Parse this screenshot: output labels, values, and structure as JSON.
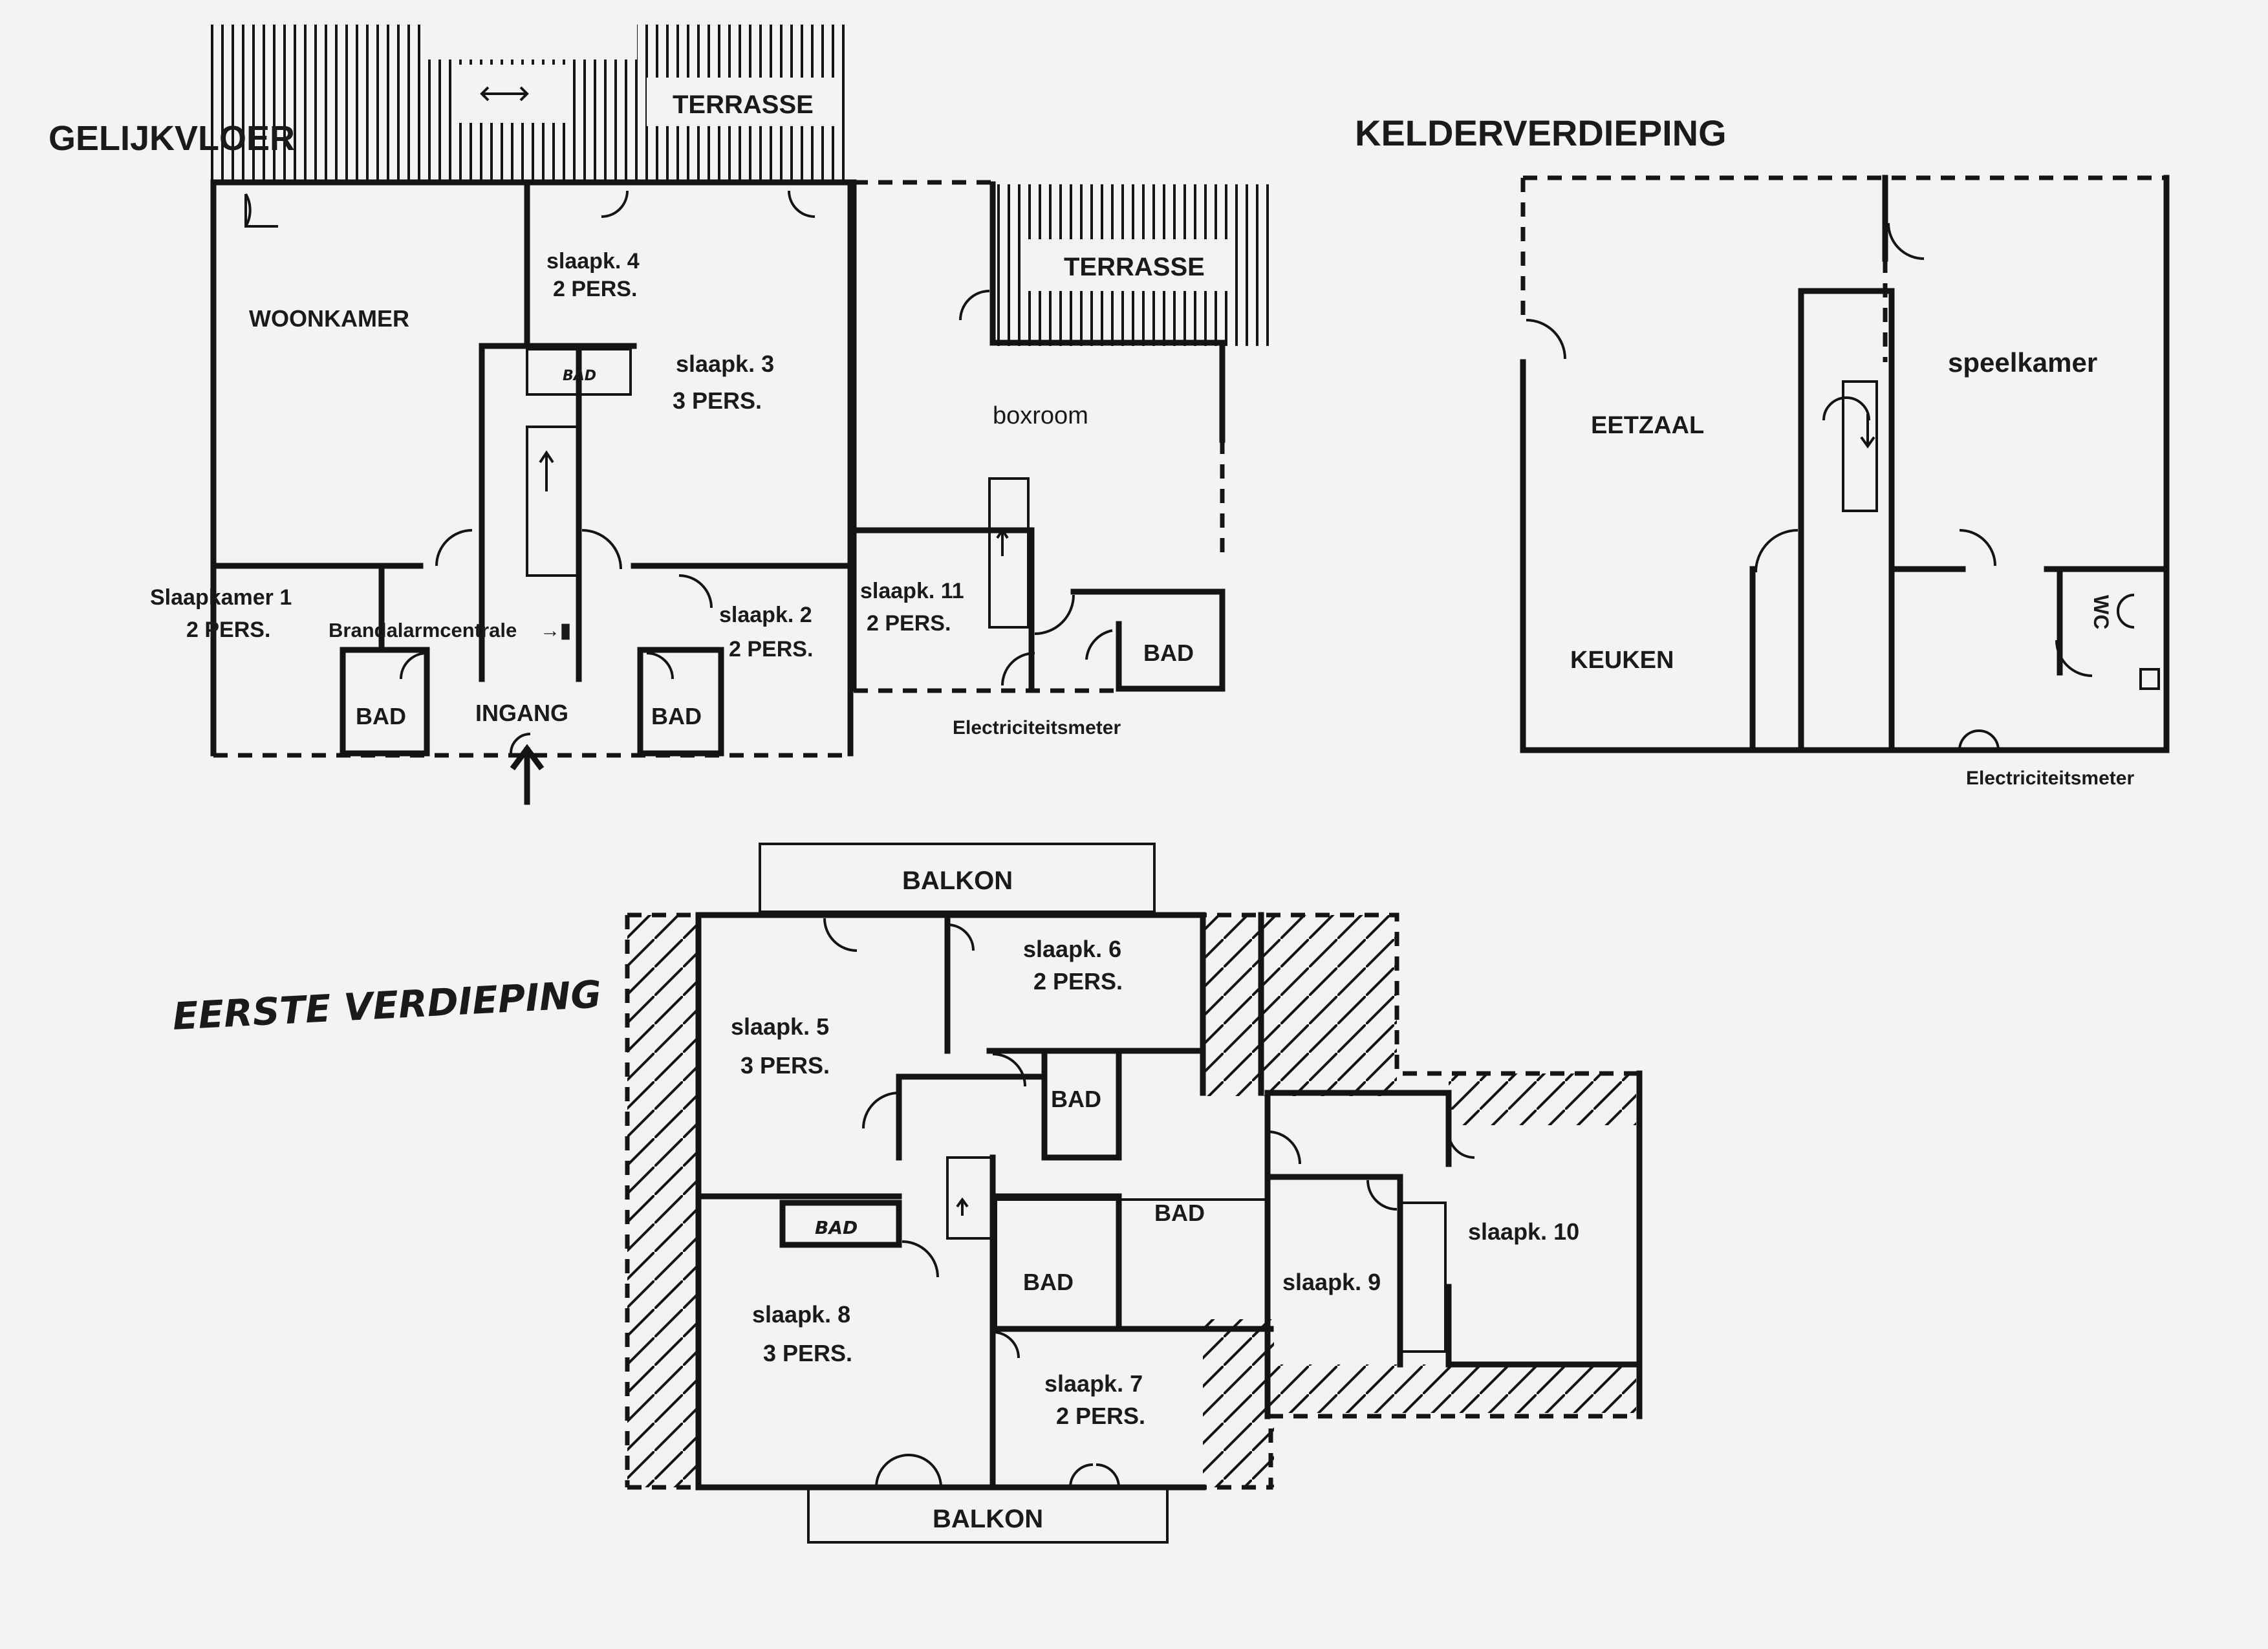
{
  "floors": {
    "ground": {
      "title": "GELIJKVLOER",
      "terrace_1": "TERRASSE",
      "terrace_2": "TERRASSE",
      "woonkamer": "WOONKAMER",
      "slaapk4_a": "slaapk. 4",
      "slaapk4_b": "2 PERS.",
      "slaapk3_a": "slaapk. 3",
      "slaapk3_b": "3 PERS.",
      "bad_small": "BAD",
      "boxroom": "boxroom",
      "slaapkamer1_a": "Slaapkamer 1",
      "slaapkamer1_b": "2 PERS.",
      "fire_alarm": "Brandalarmcentrale",
      "slaapk2_a": "slaapk. 2",
      "slaapk2_b": "2 PERS.",
      "slaapk11_a": "slaapk. 11",
      "slaapk11_b": "2 PERS.",
      "bad_1": "BAD",
      "ingang": "INGANG",
      "bad_2": "BAD",
      "bad_3": "BAD",
      "meter": "Electriciteitsmeter"
    },
    "basement": {
      "title": "KELDERVERDIEPING",
      "eetzaal": "EETZAAL",
      "speelkamer": "speelkamer",
      "keuken": "KEUKEN",
      "wc": "WC",
      "meter": "Electriciteitsmeter"
    },
    "first": {
      "title": "EERSTE VERDIEPING",
      "balkon_top": "BALKON",
      "balkon_bottom": "BALKON",
      "slaapk6_a": "slaapk. 6",
      "slaapk6_b": "2 PERS.",
      "slaapk5_a": "slaapk. 5",
      "slaapk5_b": "3 PERS.",
      "bad_1": "BAD",
      "bad_2": "BAD",
      "bad_3": "BAD",
      "bad_small": "BAD",
      "slaapk10": "slaapk. 10",
      "slaapk9": "slaapk. 9",
      "slaapk8_a": "slaapk. 8",
      "slaapk8_b": "3 PERS.",
      "slaapk7_a": "slaapk. 7",
      "slaapk7_b": "2 PERS."
    }
  }
}
